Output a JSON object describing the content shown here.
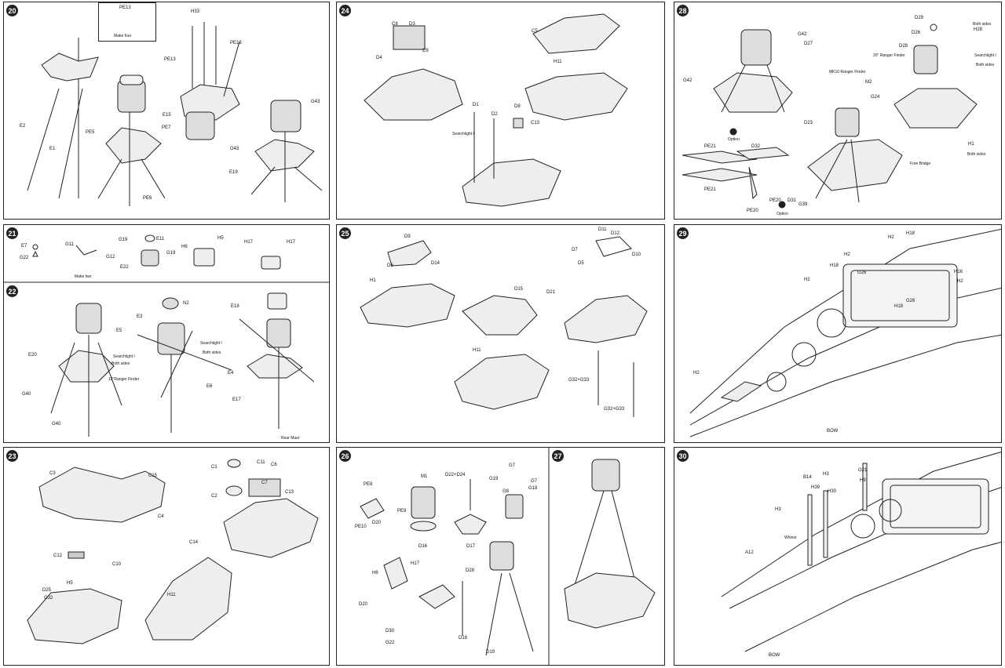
{
  "steps": {
    "s20": {
      "num": "20",
      "labels": {
        "pe13a": "PE13",
        "makefour": "Make four",
        "h33": "H33",
        "pe13b": "PE13",
        "pe13c": "PE13",
        "e15": "E15",
        "pe7": "PE7",
        "pe5": "PE5",
        "e2": "E2",
        "e1": "E1",
        "pe6": "PE6",
        "g43": "G43",
        "g43b": "G43",
        "e19": "E19"
      }
    },
    "s21": {
      "num": "21",
      "labels": {
        "e7": "E7",
        "g22": "G22",
        "g11": "G11",
        "g12": "G12",
        "maketwo": "Make two",
        "g19a": "G19",
        "e11": "E11",
        "g19b": "G19",
        "e22": "E22",
        "h5": "H5",
        "h6": "H6",
        "h17a": "H17",
        "h17b": "H17"
      }
    },
    "s22": {
      "num": "22",
      "labels": {
        "n2": "N2",
        "e3": "E3",
        "e5": "E5",
        "e20": "E20",
        "searchlight1": "Searchlight I",
        "bothsides1": "Both sides",
        "searchlight2": "Searchlight I",
        "bothsides2": "Both sides",
        "rangefinder": "12\"Ranger Finder",
        "e4": "E4",
        "e6": "E6",
        "e18": "E18",
        "e17": "E17",
        "g40a": "G40",
        "g40b": "G40",
        "rearmast": "Rear Mast"
      }
    },
    "s23": {
      "num": "23",
      "labels": {
        "c3": "C3",
        "c15": "C15",
        "c4": "C4",
        "c1": "C1",
        "c11": "C11",
        "c6": "C6",
        "c2": "C2",
        "c7": "C7",
        "c13": "C13",
        "c12": "C12",
        "c10": "C10",
        "h5": "H5",
        "d25": "D25",
        "g32": "G32",
        "c14": "C14",
        "h11": "H11"
      }
    },
    "s24": {
      "num": "24",
      "labels": {
        "c8": "C8",
        "d3": "D3",
        "d4": "D4",
        "c9": "C9",
        "c5": "C5",
        "h11": "H11",
        "d1": "D1",
        "d2": "D2",
        "d8": "D8",
        "c13": "C13",
        "searchlight": "Searchlight I"
      }
    },
    "s25": {
      "num": "25",
      "labels": {
        "d9": "D9",
        "d6": "D6",
        "d14": "D14",
        "h1": "H1",
        "d11": "D11",
        "d12": "D12",
        "d7": "D7",
        "d10": "D10",
        "d5": "D5",
        "d15": "D15",
        "d21": "D21",
        "h11": "H11",
        "g32g33a": "G32+G33",
        "g32g33b": "G32+G33"
      }
    },
    "s26": {
      "num": "26",
      "labels": {
        "pe8": "PE8",
        "pe9": "PE9",
        "d20a": "D20",
        "pe10": "PE10",
        "m1": "M1",
        "d16": "D16",
        "d22d24": "D22+D24",
        "d17": "D17",
        "g7a": "G7",
        "g19": "G19",
        "g7b": "G7",
        "g8": "G8",
        "g18": "G18",
        "h17": "H17",
        "h6": "H6",
        "d28": "D28",
        "d20b": "D20",
        "d30": "D30",
        "g22": "G22",
        "d18": "D18",
        "d19": "D19"
      }
    },
    "s27": {
      "num": "27",
      "labels": {}
    },
    "s28": {
      "num": "28",
      "labels": {
        "d29": "D29",
        "h28": "H28",
        "bothsides1": "Both sides",
        "d26": "D26",
        "searchlight": "Searchlight I",
        "bothsides2": "Both sides",
        "g42a": "G42",
        "d27": "D27",
        "d28": "D28",
        "rangefinder20": "20\" Ranger Finder",
        "g42b": "G42",
        "mk10": "MK10 Ranger Finder",
        "m2": "M2",
        "g24": "G24",
        "d23": "D23",
        "option1": "Option",
        "pe21a": "PE21",
        "d32": "D32",
        "h1": "H1",
        "bothsides3": "Both sides",
        "forebridge": "Fore Bridge",
        "pe21b": "PE21",
        "pe20a": "PE20",
        "pe20b": "PE20",
        "d31": "D31",
        "g39": "G39",
        "option2": "Option"
      }
    },
    "s29": {
      "num": "29",
      "labels": {
        "h2a": "H2",
        "h18a": "H18",
        "h2b": "H2",
        "h18b": "H18",
        "g26a": "G26",
        "h2c": "H2",
        "h16": "H16",
        "h2d": "H2",
        "h18c": "H18",
        "g26b": "G26",
        "h2e": "H2",
        "bow": "BOW"
      }
    },
    "s30": {
      "num": "30",
      "labels": {
        "g21": "G21",
        "b14": "B14",
        "h3": "H3",
        "h9": "H9",
        "h39": "H39",
        "h30": "H30",
        "h3b": "H3",
        "whinst": "Whinst",
        "a12": "A12",
        "bow": "BOW"
      }
    }
  },
  "colors": {
    "ink": "#222222",
    "paper": "#ffffff"
  }
}
